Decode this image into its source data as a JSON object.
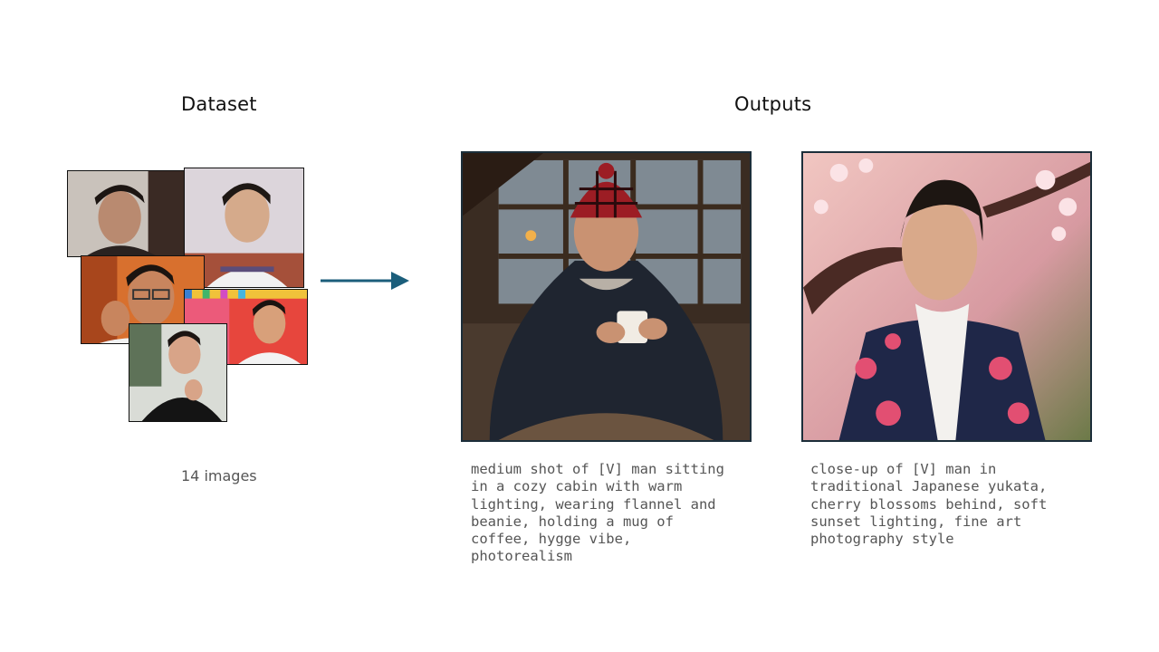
{
  "headings": {
    "dataset": "Dataset",
    "outputs": "Outputs"
  },
  "dataset": {
    "count_label": "14 images",
    "thumbnails": [
      {
        "name": "dataset-photo-1",
        "background": "#cfc9c2",
        "tone": "#b8866c"
      },
      {
        "name": "dataset-photo-2",
        "background": "#d9d2d8",
        "tone": "#d4a88a"
      },
      {
        "name": "dataset-photo-3",
        "background": "#d86a2c",
        "tone": "#c88460"
      },
      {
        "name": "dataset-photo-4",
        "background": "#e8473e",
        "tone": "#d9a07a"
      },
      {
        "name": "dataset-photo-5",
        "background": "#6f7a6c",
        "tone": "#d8a488"
      }
    ]
  },
  "arrow": {
    "color": "#1b5e7b"
  },
  "outputs": [
    {
      "name": "output-cabin",
      "caption": "medium shot of [V] man sitting\nin a cozy cabin with warm\nlighting, wearing flannel and\nbeanie, holding a mug of\ncoffee, hygge vibe,\nphotorealism"
    },
    {
      "name": "output-yukata",
      "caption": "close-up of [V] man in\ntraditional Japanese yukata,\ncherry blossoms behind, soft\nsunset lighting, fine art\nphotography style"
    }
  ]
}
